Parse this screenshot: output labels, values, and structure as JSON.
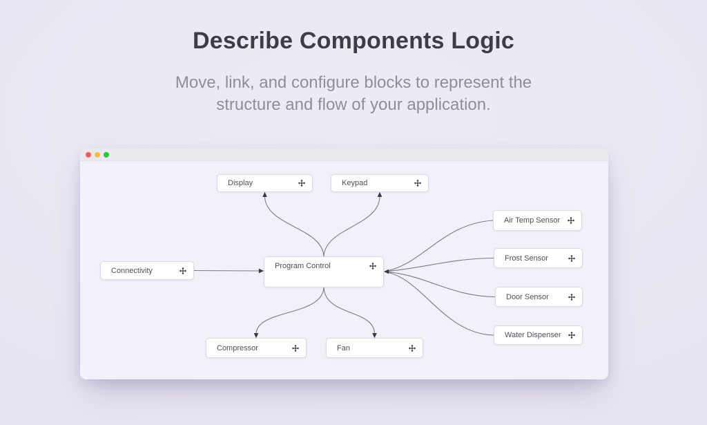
{
  "header": {
    "title": "Describe Components Logic",
    "subtitle_line1": "Move, link, and configure blocks to represent the",
    "subtitle_line2": "structure and flow of your application."
  },
  "window": {
    "traffic_lights": {
      "close_color": "#f4605b",
      "minimize_color": "#f6bd4b",
      "zoom_color": "#27c93f"
    }
  },
  "icons": {
    "move_icon": "four-direction-move-arrows"
  },
  "colors": {
    "page_background": "#e9e5f2",
    "window_canvas": "#f2f0f8",
    "titlebar": "#ebe8ee",
    "node_background": "#ffffff",
    "node_border": "#dcdae2",
    "edge": "#7b7887",
    "title_text": "#3e3c44",
    "subtitle_text": "#908d99"
  },
  "diagram": {
    "nodes": [
      {
        "id": "display",
        "label": "Display"
      },
      {
        "id": "keypad",
        "label": "Keypad"
      },
      {
        "id": "air-temp-sensor",
        "label": "Air Temp Sensor"
      },
      {
        "id": "frost-sensor",
        "label": "Frost Sensor"
      },
      {
        "id": "door-sensor",
        "label": "Door Sensor"
      },
      {
        "id": "water-dispenser",
        "label": "Water Dispenser"
      },
      {
        "id": "connectivity",
        "label": "Connectivity"
      },
      {
        "id": "program-control",
        "label": "Program Control"
      },
      {
        "id": "compressor",
        "label": "Compressor"
      },
      {
        "id": "fan",
        "label": "Fan"
      }
    ],
    "edges": [
      {
        "from": "Program Control",
        "to": "Display"
      },
      {
        "from": "Program Control",
        "to": "Keypad"
      },
      {
        "from": "Connectivity",
        "to": "Program Control"
      },
      {
        "from": "Air Temp Sensor",
        "to": "Program Control"
      },
      {
        "from": "Frost Sensor",
        "to": "Program Control"
      },
      {
        "from": "Door Sensor",
        "to": "Program Control"
      },
      {
        "from": "Water Dispenser",
        "to": "Program Control"
      },
      {
        "from": "Program Control",
        "to": "Compressor"
      },
      {
        "from": "Program Control",
        "to": "Fan"
      }
    ]
  }
}
